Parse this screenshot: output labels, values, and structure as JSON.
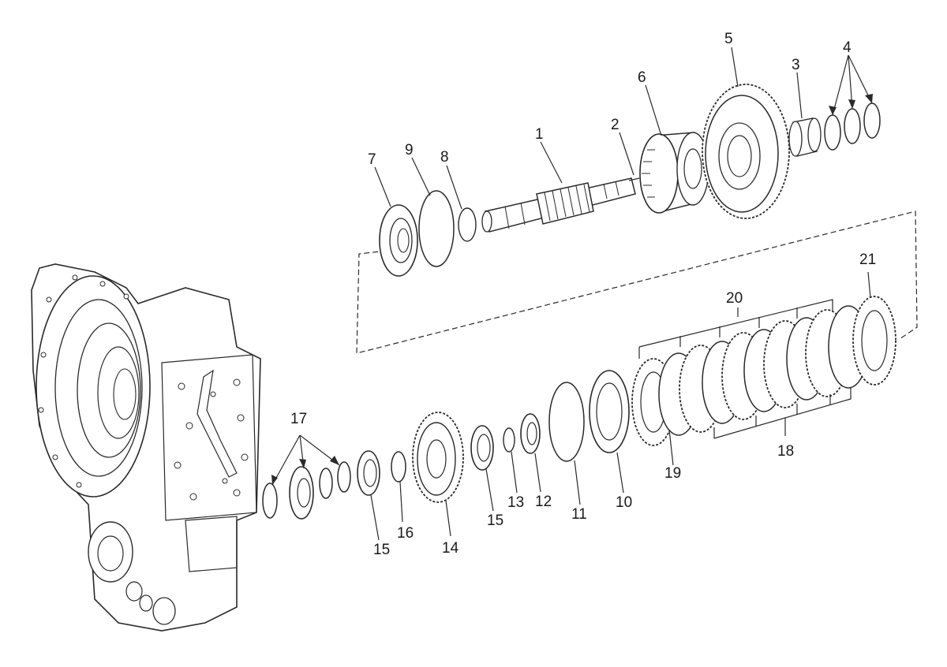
{
  "diagram": {
    "callouts": [
      {
        "id": "c1",
        "text": "1"
      },
      {
        "id": "c2",
        "text": "2"
      },
      {
        "id": "c3",
        "text": "3"
      },
      {
        "id": "c4",
        "text": "4"
      },
      {
        "id": "c5",
        "text": "5"
      },
      {
        "id": "c6",
        "text": "6"
      },
      {
        "id": "c7",
        "text": "7"
      },
      {
        "id": "c8",
        "text": "8"
      },
      {
        "id": "c9",
        "text": "9"
      },
      {
        "id": "c10",
        "text": "10"
      },
      {
        "id": "c11",
        "text": "11"
      },
      {
        "id": "c12",
        "text": "12"
      },
      {
        "id": "c13",
        "text": "13"
      },
      {
        "id": "c14",
        "text": "14"
      },
      {
        "id": "c15a",
        "text": "15"
      },
      {
        "id": "c15b",
        "text": "15"
      },
      {
        "id": "c16",
        "text": "16"
      },
      {
        "id": "c17",
        "text": "17"
      },
      {
        "id": "c18",
        "text": "18"
      },
      {
        "id": "c19",
        "text": "19"
      },
      {
        "id": "c20",
        "text": "20"
      },
      {
        "id": "c21",
        "text": "21"
      }
    ]
  }
}
